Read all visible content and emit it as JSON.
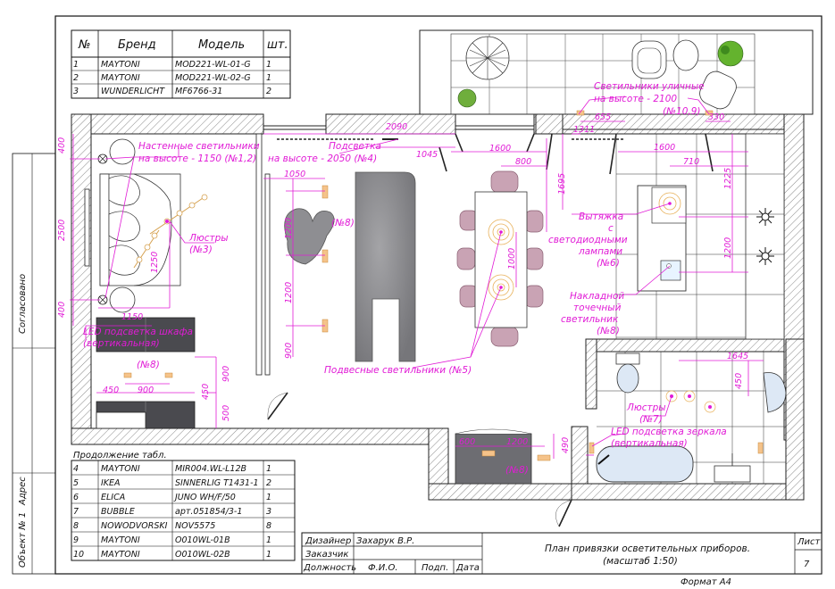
{
  "colors": {
    "annotation": "#e11bd6",
    "line": "#222222",
    "sofa": "#8c8c8f",
    "chair": "#c9a3b4",
    "dark_cabinet": "#4a4a4f",
    "light_marker": "#f5c38a"
  },
  "spec_table_top": {
    "headers": [
      "№",
      "Бренд",
      "Модель",
      "шт."
    ],
    "rows": [
      [
        "1",
        "MAYTONI",
        "MOD221-WL-01-G",
        "1"
      ],
      [
        "2",
        "MAYTONI",
        "MOD221-WL-02-G",
        "1"
      ],
      [
        "3",
        "WUNDERLICHT",
        "MF6766-31",
        "2"
      ]
    ]
  },
  "spec_table_bottom": {
    "caption": "Продолжение табл.",
    "rows": [
      [
        "4",
        "MAYTONI",
        "MIR004.WL-L12B",
        "1"
      ],
      [
        "5",
        "IKEA",
        "SINNERLIG T1431-1",
        "2"
      ],
      [
        "6",
        "ELICA",
        "JUNO WH/F/50",
        "1"
      ],
      [
        "7",
        "BUBBLE",
        "арт.051854/3-1",
        "3"
      ],
      [
        "8",
        "NOWODVORSKI",
        "NOV5575",
        "8"
      ],
      [
        "9",
        "MAYTONI",
        "O010WL-01B",
        "1"
      ],
      [
        "10",
        "MAYTONI",
        "O010WL-02B",
        "1"
      ]
    ]
  },
  "side_stamp": {
    "agreed": "Согласовано",
    "address": "Адрес",
    "object": "Объект № 1"
  },
  "title_block": {
    "designer_label": "Дизайнер",
    "designer_name": "Захарук В.Р.",
    "customer_label": "Заказчик",
    "position_label": "Должность",
    "fio_label": "Ф.И.О.",
    "signature_label": "Подп.",
    "date_label": "Дата",
    "title_line1": "План привязки осветительных приборов.",
    "title_line2": "(масштаб 1:50)",
    "sheet_label": "Лист",
    "sheet_number": "7",
    "format": "Формат А4"
  },
  "annotations": {
    "wall_lights": "Настенные светильники",
    "wall_lights_h": "на высоте - 1150 (№1,2)",
    "chandeliers_bed": "Люстры",
    "chandeliers_bed_n": "(№3)",
    "backlight": "Подсветка",
    "backlight_h": "на высоте - 2050 (№4)",
    "outdoor": "Светильники уличные",
    "outdoor_h": "на высоте - 2100",
    "outdoor_n": "(№10,9)",
    "hood1": "Вытяжка",
    "hood2": "с",
    "hood3": "светодиодными",
    "hood4": "лампами",
    "hood_n": "(№6)",
    "spot1": "Накладной",
    "spot2": "точечный",
    "spot3": "светильник",
    "spot_n": "(№8)",
    "pendants": "Подвесные светильники (№5)",
    "n8_living": "(№8)",
    "n8_cabinet": "(№8)",
    "n8_bath": "(№8)",
    "led_cabinet1": "LED подсветка шкафа",
    "led_cabinet2": "(вертикальная)",
    "chandeliers_bath": "Люстры",
    "chandeliers_bath_n": "(№7)",
    "led_mirror1": "LED подсветка зеркала",
    "led_mirror2": "(вертикальная)"
  },
  "dimensions": {
    "d400a": "400",
    "d2500": "2500",
    "d400b": "400",
    "d1150": "1150",
    "d1250": "1250",
    "d2090": "2090",
    "d1045": "1045",
    "d1600a": "1600",
    "d800": "800",
    "d1695": "1695",
    "d1050": "1050",
    "d1200a": "1200",
    "d1200b": "1200",
    "d900a": "900",
    "d1000": "1000",
    "d655": "655",
    "d1311": "1311",
    "d330": "330",
    "d1600b": "1600",
    "d710": "710",
    "d1225": "1225",
    "d1200c": "1200",
    "d450a": "450",
    "d900b": "900",
    "d450b": "450",
    "d900c": "900",
    "d500": "500",
    "d1645": "1645",
    "d450c": "450",
    "d600": "600",
    "d1200d": "1200",
    "d490": "490"
  }
}
